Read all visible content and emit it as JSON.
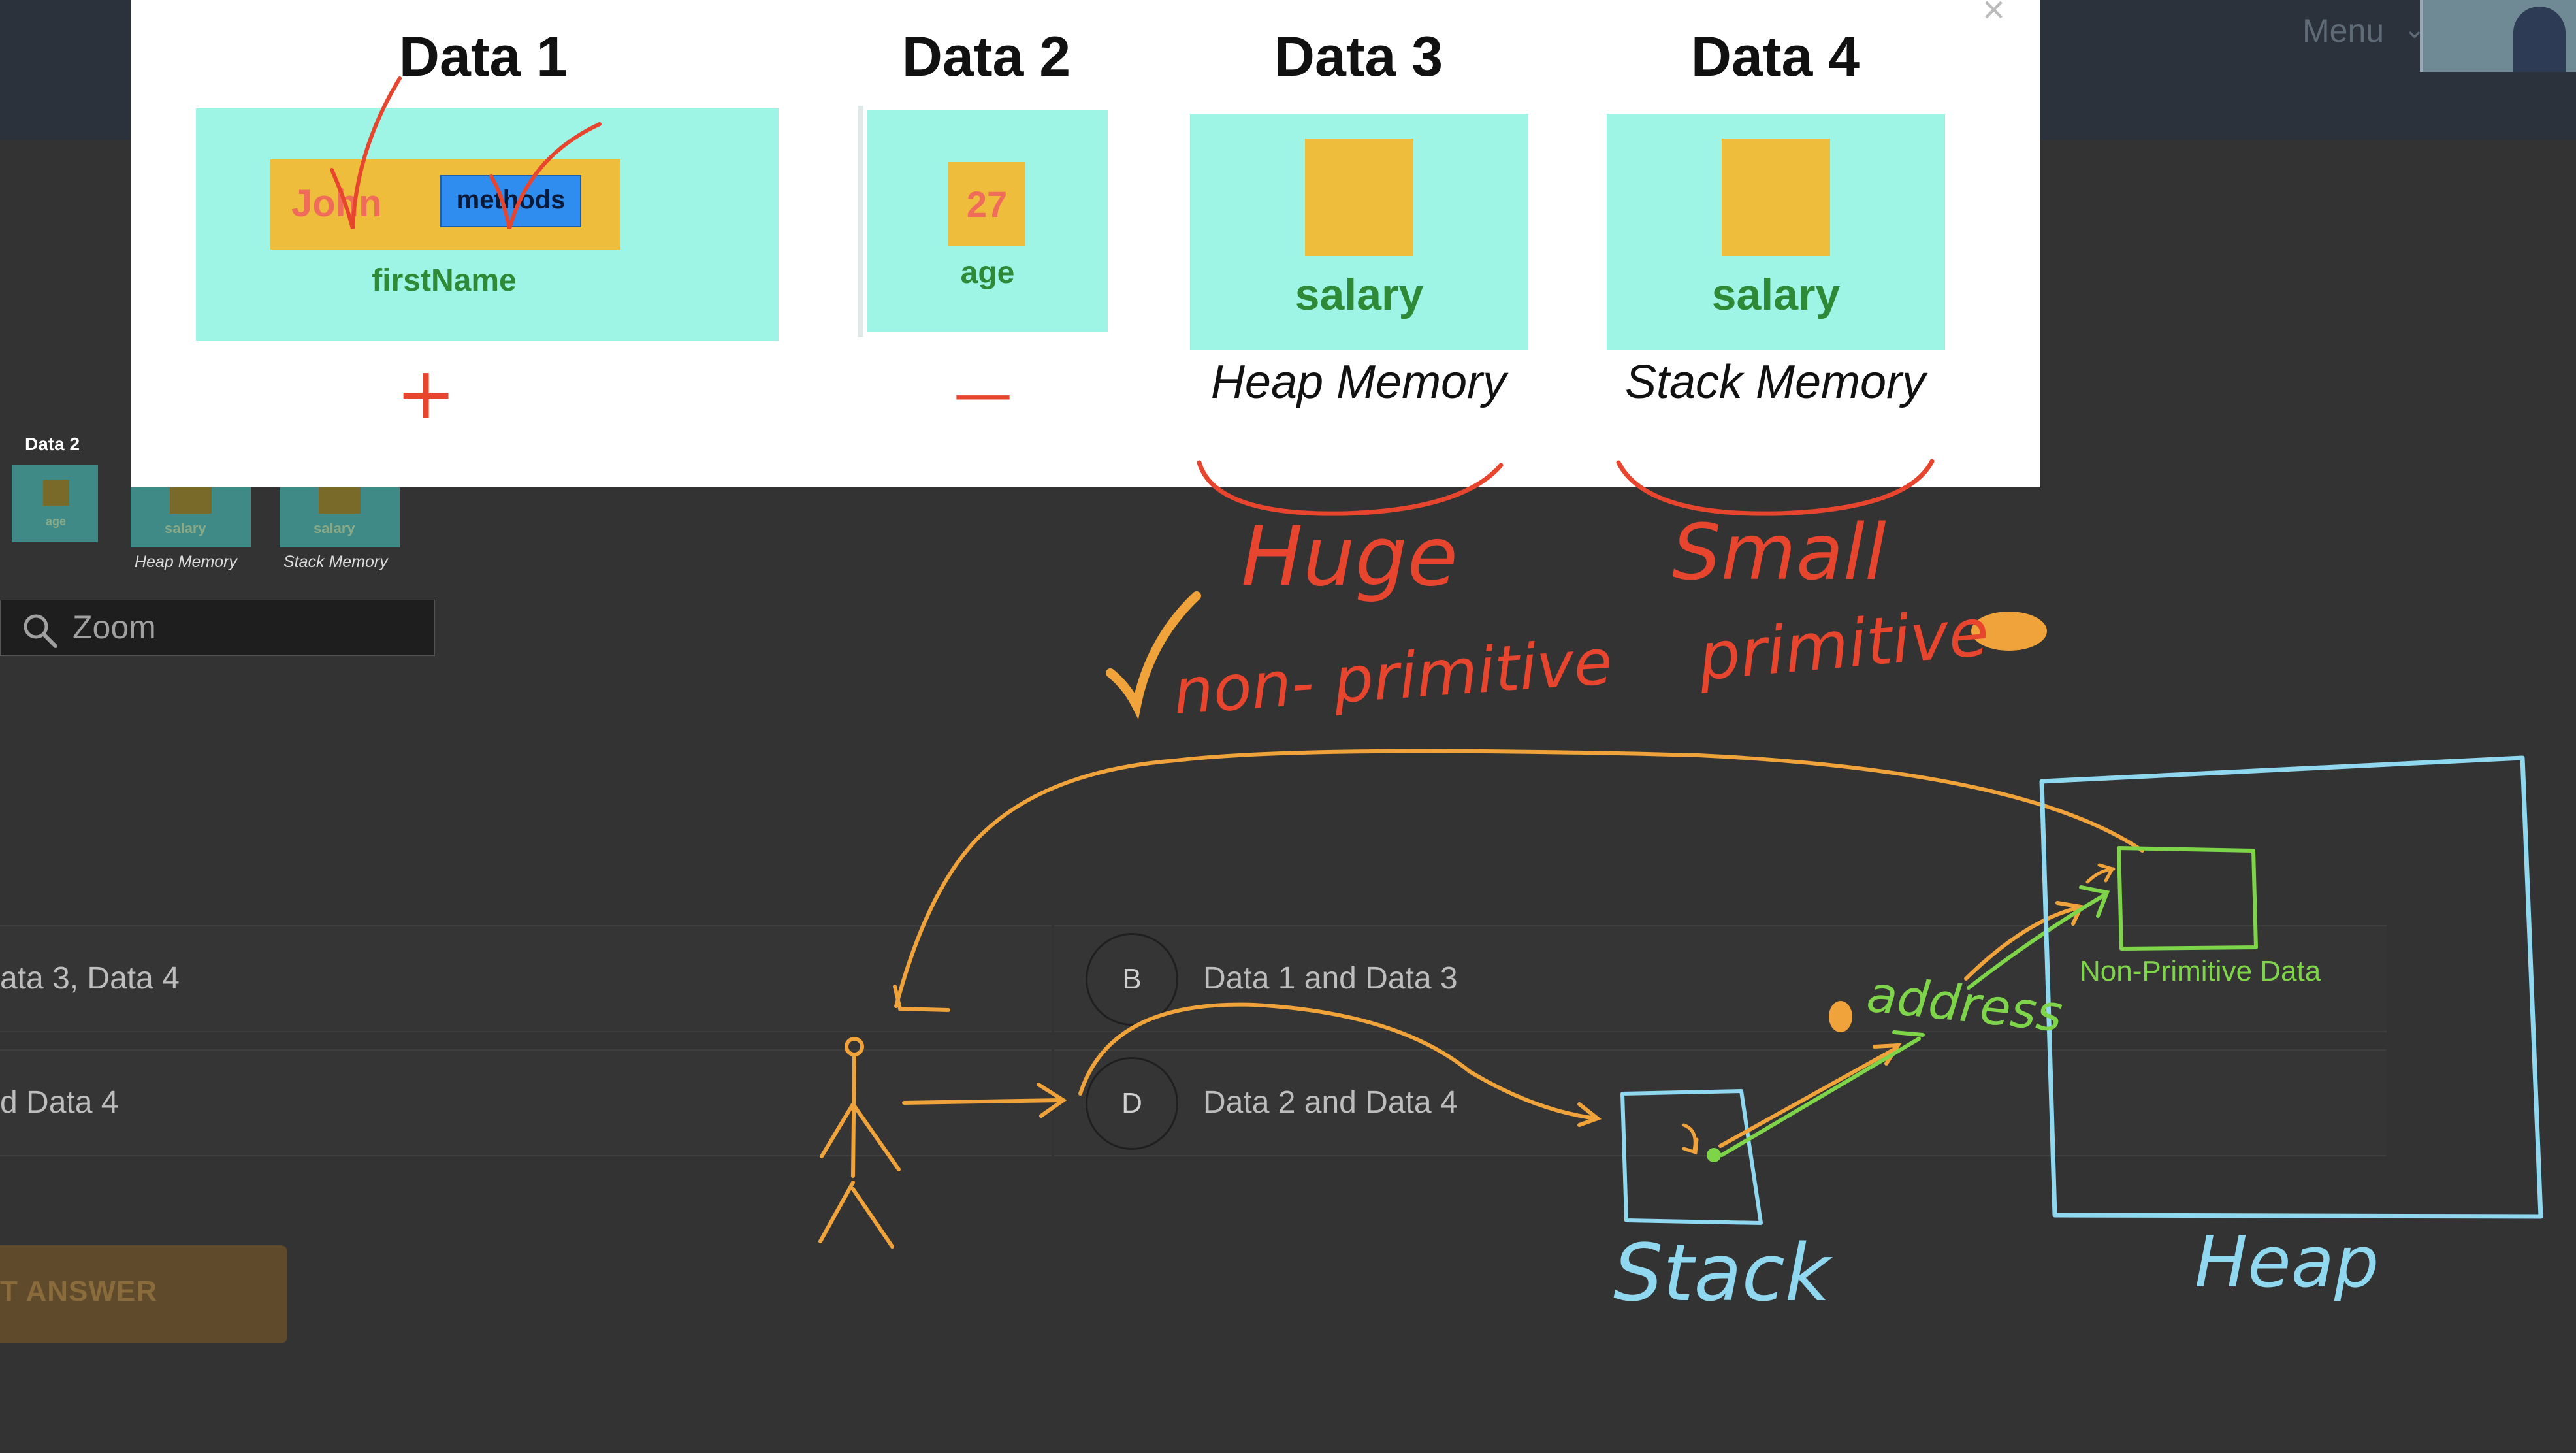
{
  "topbar": {
    "menu_label": "Menu",
    "menu_caret": "⌄"
  },
  "sidebar_thumb": {
    "title": "Data 2",
    "age_text": "age",
    "salary_1": "salary",
    "salary_2": "salary",
    "heap_label": "Heap Memory",
    "stack_label": "Stack Memory"
  },
  "zoom": {
    "label": "Zoom"
  },
  "options": [
    {
      "letter": "",
      "text": "ata 3, Data 4"
    },
    {
      "letter": "B",
      "text": "Data 1 and Data 3"
    },
    {
      "letter": "",
      "text": "d Data 4"
    },
    {
      "letter": "D",
      "text": "Data 2 and Data 4"
    }
  ],
  "submit": {
    "label": "T ANSWER"
  },
  "slide": {
    "close": "×",
    "data1": {
      "title": "Data 1",
      "name_value": "John",
      "methods": "methods",
      "field": "firstName"
    },
    "data2": {
      "title": "Data 2",
      "value": "27",
      "field": "age"
    },
    "data3": {
      "title": "Data 3",
      "field": "salary",
      "memory": "Heap Memory"
    },
    "data4": {
      "title": "Data 4",
      "field": "salary",
      "memory": "Stack Memory"
    }
  },
  "annotations": {
    "plus": "+",
    "minus": "—",
    "huge": "Huge",
    "small": "Small",
    "non_primitive": "non- primitive",
    "primitive": "primitive",
    "address": "address",
    "non_primitive_data": "Non-Primitive Data",
    "stack": "Stack",
    "heap": "Heap"
  },
  "colors": {
    "ink_red": "#e8452f",
    "ink_orange": "#f0a33a",
    "ink_green": "#7fd54a",
    "ink_blue": "#8fd8f0",
    "panel": "#9ef5e6",
    "orange_box": "#efbd3c",
    "methods_blue": "#2f8df0"
  }
}
